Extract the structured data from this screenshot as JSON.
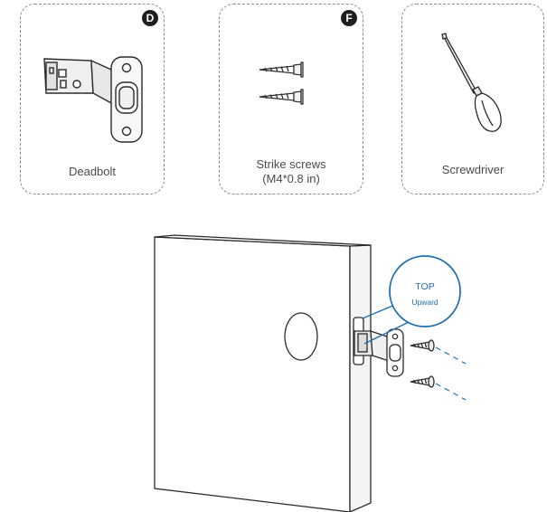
{
  "parts": [
    {
      "badge": "D",
      "label": "Deadbolt",
      "icon": "deadbolt-latch-icon"
    },
    {
      "badge": "F",
      "label_line1": "Strike screws",
      "label_line2": "(M4*0.8 in)",
      "icon": "screw-icon"
    },
    {
      "label": "Screwdriver",
      "icon": "screwdriver-icon"
    }
  ],
  "installation": {
    "callout_title": "TOP",
    "callout_subtitle": "Upward",
    "callout_color": "#1f6fb2"
  }
}
